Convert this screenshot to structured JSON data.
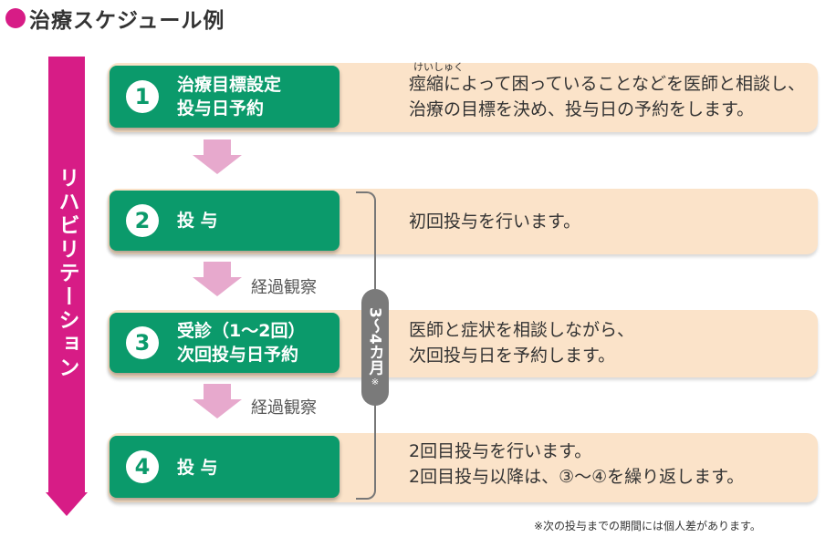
{
  "title": "治療スケジュール例",
  "sidebar": "リハビリテーション",
  "steps": [
    {
      "num": "1",
      "label_line1": "治療目標設定",
      "label_line2": "投与日予約",
      "ruby": "けいしゅく",
      "desc_line1": "痙縮によって困っていることなどを医師と相談し、",
      "desc_line2": "治療の目標を決め、投与日の予約をします。"
    },
    {
      "num": "2",
      "label_line1": "投 与",
      "desc_line1": "初回投与を行います。"
    },
    {
      "num": "3",
      "label_line1": "受診（1～2回）",
      "label_line2": "次回投与日予約",
      "desc_line1": "医師と症状を相談しながら、",
      "desc_line2": "次回投与日を予約します。"
    },
    {
      "num": "4",
      "label_line1": "投 与",
      "desc_line1": "2回目投与を行います。",
      "desc_line2": "2回目投与以降は、③～④を繰り返します。"
    }
  ],
  "observation": "経過観察",
  "period": {
    "text": "3～4カ月",
    "mark": "※"
  },
  "footnote": "※次の投与までの期間には個人差があります。",
  "colors": {
    "accent": "#d71c86",
    "step": "#0b9a6b",
    "row": "#fbe3c9",
    "arrow": "#e7a9cd",
    "period": "#7a7a7a"
  }
}
